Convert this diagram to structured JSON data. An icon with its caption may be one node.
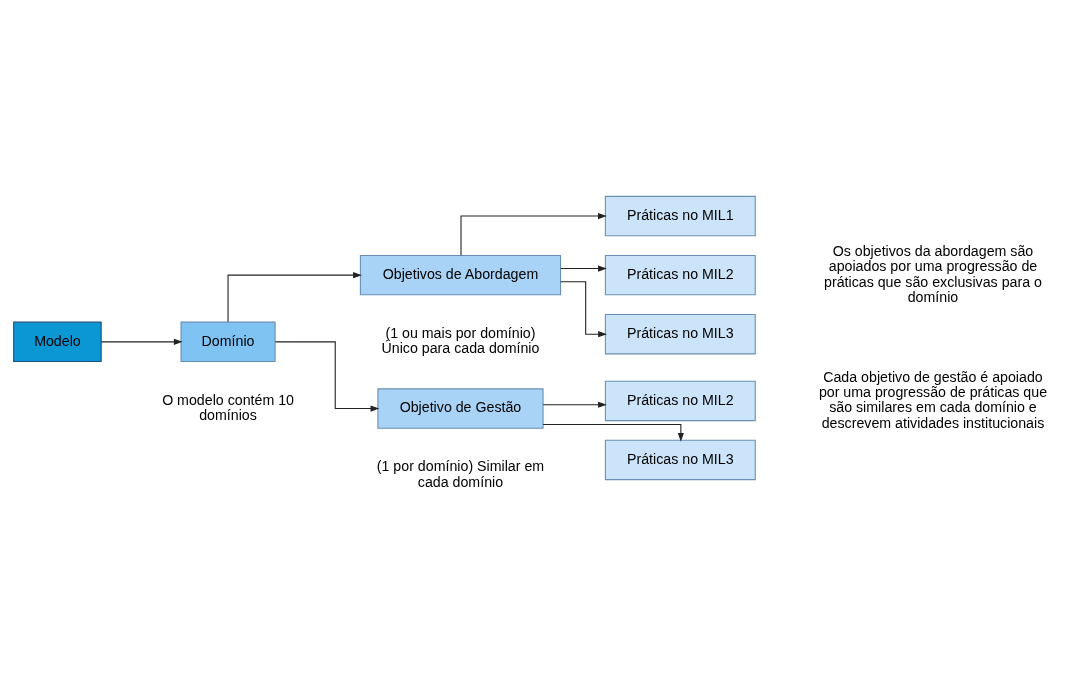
{
  "diagram": {
    "nodes": [
      {
        "text": [
          "Modelo"
        ]
      },
      {
        "text": [
          "Domínio"
        ],
        "beside": [
          "O modelo contém 10 domínios"
        ]
      },
      {
        "text": [
          "Objetivos de Abordagem"
        ],
        "beside": [
          "(1 ou mais por domínio) Único para cada domínio"
        ]
      },
      {
        "text": [
          "Práticas no MIL1"
        ]
      },
      {
        "text": [
          "Práticas no MIL2"
        ]
      },
      {
        "text": [
          "Práticas no MIL3"
        ]
      },
      {
        "text": [
          "Objetivo de Gestão"
        ],
        "beside": [
          "(1 por domínio) Similar em cada domínio"
        ]
      },
      {
        "text": [
          "Práticas no MIL2"
        ]
      },
      {
        "text": [
          "Práticas no MIL3"
        ]
      }
    ],
    "edges": [
      {
        "from": 0,
        "to": 1,
        "arrow": "to"
      },
      {
        "from": 1,
        "to": 2,
        "arrow": "to"
      },
      {
        "from": 1,
        "to": 6,
        "arrow": "to"
      },
      {
        "from": 2,
        "to": 3,
        "arrow": "to"
      },
      {
        "from": 2,
        "to": 4,
        "arrow": "to"
      },
      {
        "from": 2,
        "to": 5,
        "arrow": "to"
      },
      {
        "from": 6,
        "to": 7,
        "arrow": "to"
      },
      {
        "from": 6,
        "to": 8,
        "arrow": "to"
      }
    ],
    "labels": [
      "Os objetivos da abordagem são apoiados por uma progressão de práticas que são exclusivas para o domínio",
      "Cada objetivo de gestão é apoiado por uma progressão de práticas que são similares em cada domínio e descrevem atividades institucionais"
    ]
  }
}
